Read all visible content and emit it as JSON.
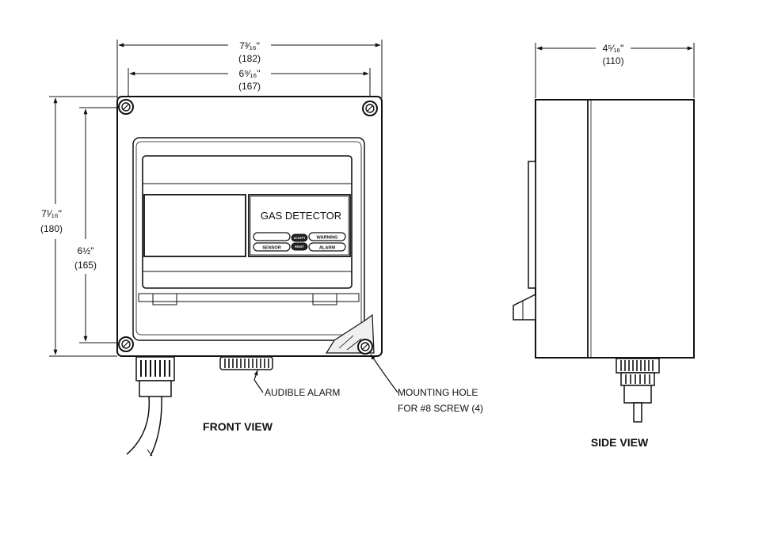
{
  "dimensions": {
    "front_width_in": "7³⁄₁₆\"",
    "front_width_mm": "(182)",
    "front_inner_width_in": "6⁹⁄₁₆\"",
    "front_inner_width_mm": "(167)",
    "front_height_in": "7¹⁄₁₆\"",
    "front_height_mm": "(180)",
    "front_inner_height_in": "6½\"",
    "front_inner_height_mm": "(165)",
    "side_depth_in": "4⁵⁄₁₆\"",
    "side_depth_mm": "(110)"
  },
  "panel": {
    "title": "GAS DETECTOR",
    "button_sensor": "SENSOR",
    "button_warning": "WARNING",
    "button_alarm": "ALARM",
    "button_accept": "ACCEPT",
    "button_reset": "RESET"
  },
  "callouts": {
    "audible_alarm": "AUDIBLE ALARM",
    "mounting_hole_line1": "MOUNTING HOLE",
    "mounting_hole_line2": "FOR #8 SCREW (4)"
  },
  "views": {
    "front": "FRONT VIEW",
    "side": "SIDE VIEW"
  }
}
